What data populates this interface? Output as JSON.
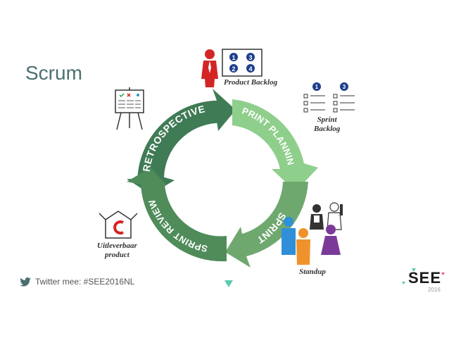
{
  "slide": {
    "title": "Scrum"
  },
  "cycle": {
    "segments": [
      {
        "label": "RETROSPECTIVE",
        "color": "#3f7b55"
      },
      {
        "label": "SPRINT PLANNING",
        "color": "#8fcf8c"
      },
      {
        "label": "SPRINT",
        "color": "#6fa86f"
      },
      {
        "label": "SPRINT REVIEW",
        "color": "#4f8c5a"
      }
    ]
  },
  "labels": {
    "product_backlog": "Product Backlog",
    "sprint_backlog_line1": "Sprint",
    "sprint_backlog_line2": "Backlog",
    "standup": "Standup",
    "deliverable_line1": "Uitleverbaar",
    "deliverable_line2": "product"
  },
  "backlog_numbers": [
    "1",
    "3",
    "2",
    "4"
  ],
  "sprint_backlog_numbers": [
    "1",
    "3"
  ],
  "footer": {
    "twitter_text": "Twitter mee: #SEE2016NL",
    "icon": "twitter-bird-icon"
  },
  "logo": {
    "text": "SEE",
    "year": "2016"
  },
  "colors": {
    "title": "#4a7070",
    "accent_teal": "#5fc9b0",
    "backlog_blue": "#1e3f8a",
    "person_red": "#d42525",
    "person_blue": "#2f8fd8",
    "person_orange": "#f0922b",
    "person_purple": "#7b3a9a"
  }
}
